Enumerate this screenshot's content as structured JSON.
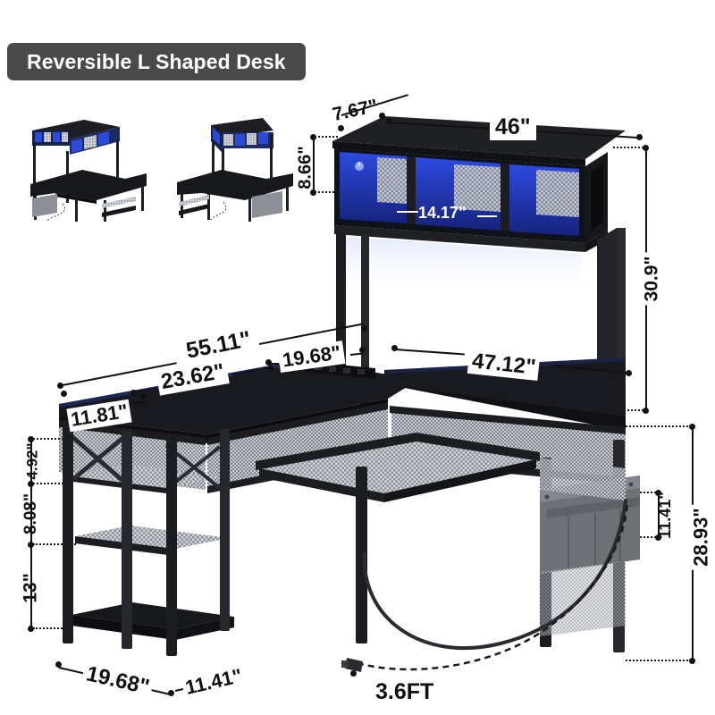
{
  "banner": {
    "title": "Reversible L Shaped Desk"
  },
  "product": {
    "name": "Reversible L Shaped Desk",
    "features": [
      "led-hutch",
      "mesh-panels",
      "storage-bag",
      "power-strip",
      "open-shelves"
    ]
  },
  "thumbnails": [
    {
      "name": "orientation-left",
      "alt": "L shaped desk with return on right side"
    },
    {
      "name": "orientation-right",
      "alt": "L shaped desk with return on left side, reversed"
    }
  ],
  "dimensions": {
    "hutch_depth": "7.67\"",
    "hutch_width": "46\"",
    "hutch_shelf_height": "8.66\"",
    "hutch_cubby_width": "14.17\"",
    "hutch_post_height": "30.9\"",
    "desk_long_side": "55.11\"",
    "desk_corner_span": "19.68\"",
    "desk_left_top": "23.62\"",
    "desk_right_side": "47.12\"",
    "desk_left_depth": "11.81\"",
    "shelf_gap_top": "4.92\"",
    "shelf_gap_mid": "8.08\"",
    "shelf_gap_bottom": "13\"",
    "base_shelf_width": "19.68\"",
    "base_shelf_depth": "11.41\"",
    "storage_bag_height": "11.41\"",
    "desk_total_height": "28.93\"",
    "power_cord_length": "3.6FT"
  },
  "colors": {
    "banner_bg": "#4a4a4a",
    "banner_text": "#ffffff",
    "dimension_text": "#111111",
    "desktop": "#17181c",
    "frame": "#1c1d21",
    "led_blue": "#1f39c4",
    "led_blue_light": "#2b4bdb",
    "mesh": "#c9ccd2",
    "storage_bag": "#6e7176",
    "background": "#ffffff"
  }
}
